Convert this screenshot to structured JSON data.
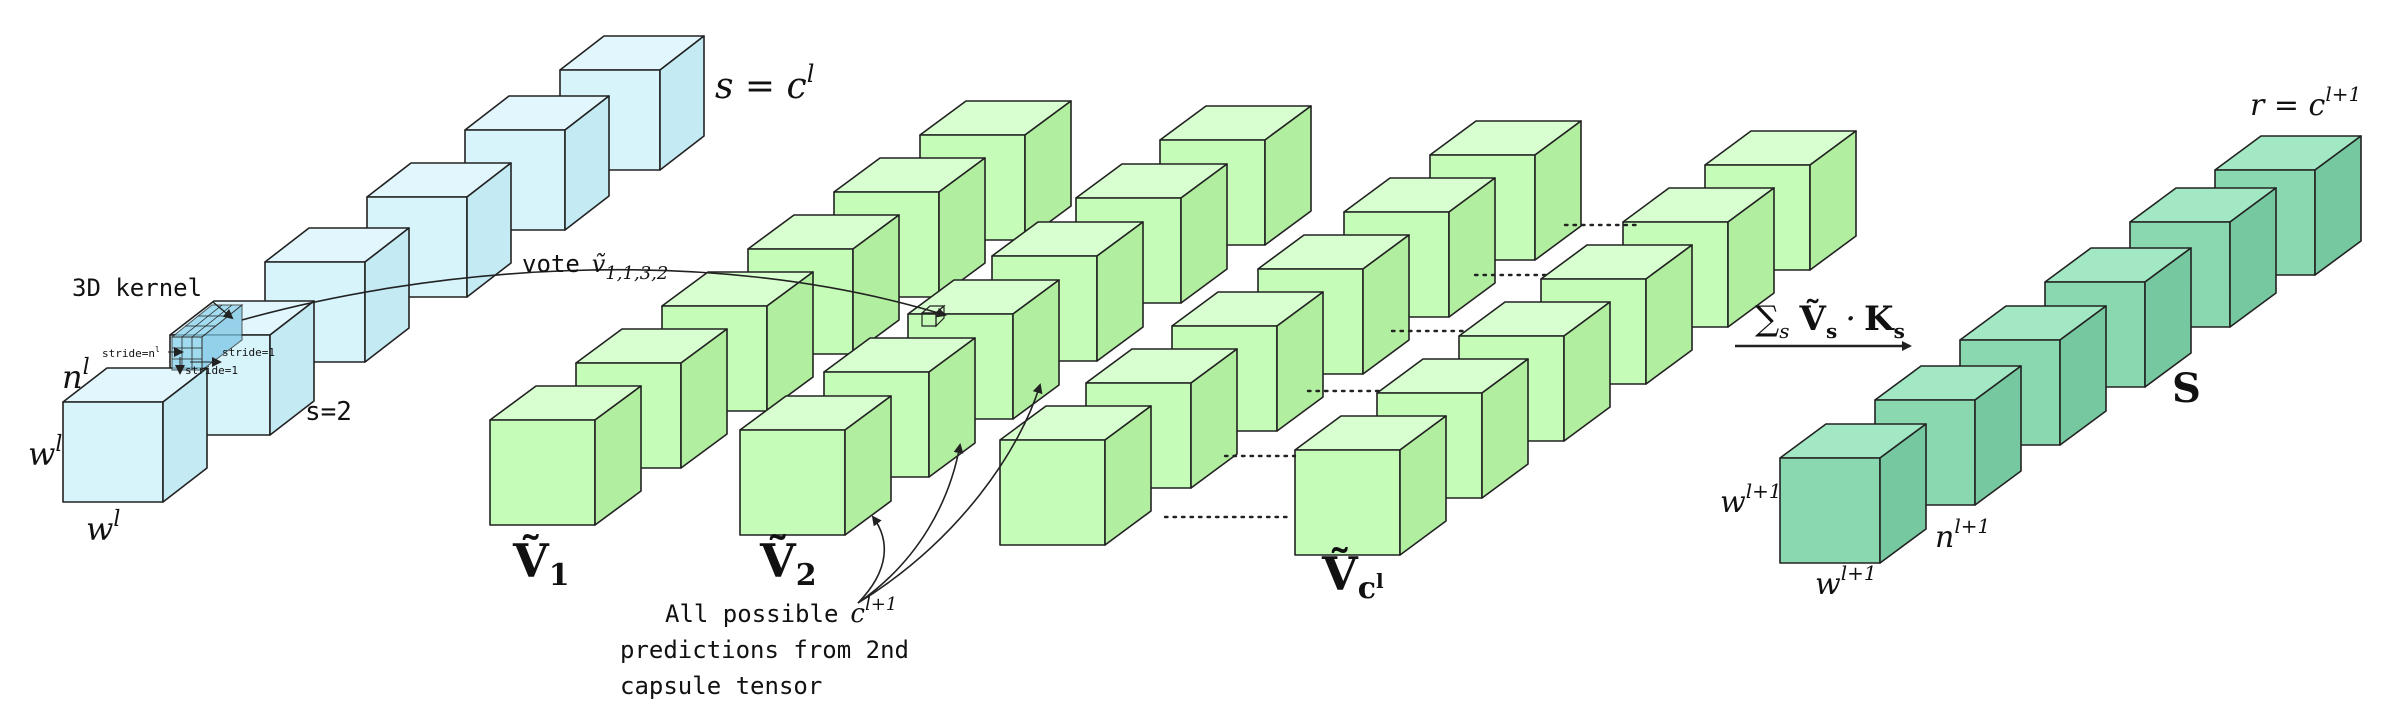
{
  "labels": {
    "s_eq": "s = c",
    "s_sup": "l",
    "kernel": "3D kernel",
    "vote_word": "vote",
    "vote_sym": "ṽ",
    "vote_sub": "1,1,3,2",
    "n_l": "n",
    "n_l_sup": "l",
    "w_l_side": "w",
    "w_l_side_sup": "l",
    "w_l_bottom": "w",
    "w_l_bottom_sup": "l",
    "s2": "s=2",
    "stride_n": "stride=n",
    "stride_n_sup": "l",
    "stride_1a": "stride=1",
    "stride_1b": "stride=1",
    "V1": "Ṽ",
    "V1_sub": "1",
    "V2": "Ṽ",
    "V2_sub": "2",
    "Vc": "Ṽ",
    "Vc_sub": "c",
    "Vc_subsup": "l",
    "note_line1": "All possible",
    "note_c": "c",
    "note_c_sup": "l+1",
    "note_line2": "predictions from 2nd",
    "note_line3": "capsule tensor",
    "sum_sym": "∑",
    "sum_sub": "s",
    "sum_V": "Ṽ",
    "sum_V_sub": "s",
    "sum_dot": "·",
    "sum_K": "K",
    "sum_K_sub": "s",
    "r_eq": "r = c",
    "r_sup": "l+1",
    "S": "S",
    "w_next": "w",
    "w_next_sup": "l+1",
    "n_next": "n",
    "n_next_sup": "l+1",
    "w_next_bottom": "w",
    "w_next_bottom_sup": "l+1"
  },
  "colors": {
    "input_cubes": "#d7f4fb",
    "vote_cubes": "#c5fdb8",
    "output_cubes": "#8ad8b0",
    "kernel": "#8fd3ec"
  }
}
